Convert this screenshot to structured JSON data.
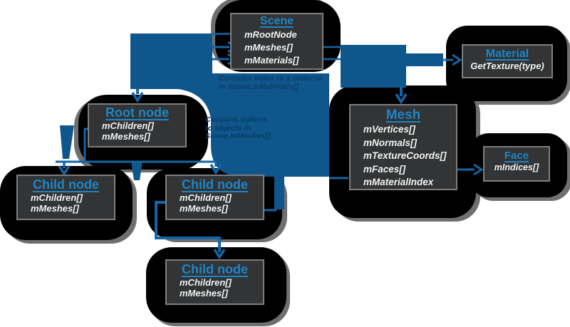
{
  "diagram": {
    "nodes": {
      "scene": {
        "title": "Scene",
        "fields": [
          "mRootNode",
          "mMeshes[]",
          "mMaterials[]"
        ]
      },
      "material": {
        "title": "Material",
        "fields": [
          "GetTexture(type)"
        ]
      },
      "mesh": {
        "title": "Mesh",
        "fields": [
          "mVertices[]",
          "mNormals[]",
          "mTextureCoords[]",
          "mFaces[]",
          "mMaterialIndex"
        ]
      },
      "face": {
        "title": "Face",
        "fields": [
          "mIndices[]"
        ]
      },
      "root": {
        "title": "Root node",
        "fields": [
          "mChildren[]",
          "mMeshes[]"
        ]
      },
      "child1": {
        "title": "Child node",
        "fields": [
          "mChildren[]",
          "mMeshes[]"
        ]
      },
      "child2": {
        "title": "Child node",
        "fields": [
          "mChildren[]",
          "mMeshes[]"
        ]
      },
      "child3": {
        "title": "Child node",
        "fields": [
          "mChildren[]",
          "mMeshes[]"
        ]
      }
    },
    "notes": {
      "material_index": {
        "lines": [
          "Contains index to a material",
          "in Scene.mMaterials[]"
        ]
      },
      "mesh_indices": {
        "lines": [
          "Contains indices",
          "to objects in",
          "Scene.mMeshes[]"
        ]
      }
    },
    "colors": {
      "title_blue": "#1c86c8",
      "connector_blue": "#1565a4",
      "mass_blue": "#0f568c",
      "note_navy": "#0b3d6e",
      "box_background": "#323436",
      "box_border": "#7e7e7e",
      "blob_black": "#000000",
      "blob_shadow_gray": "#6f6f6f"
    }
  }
}
